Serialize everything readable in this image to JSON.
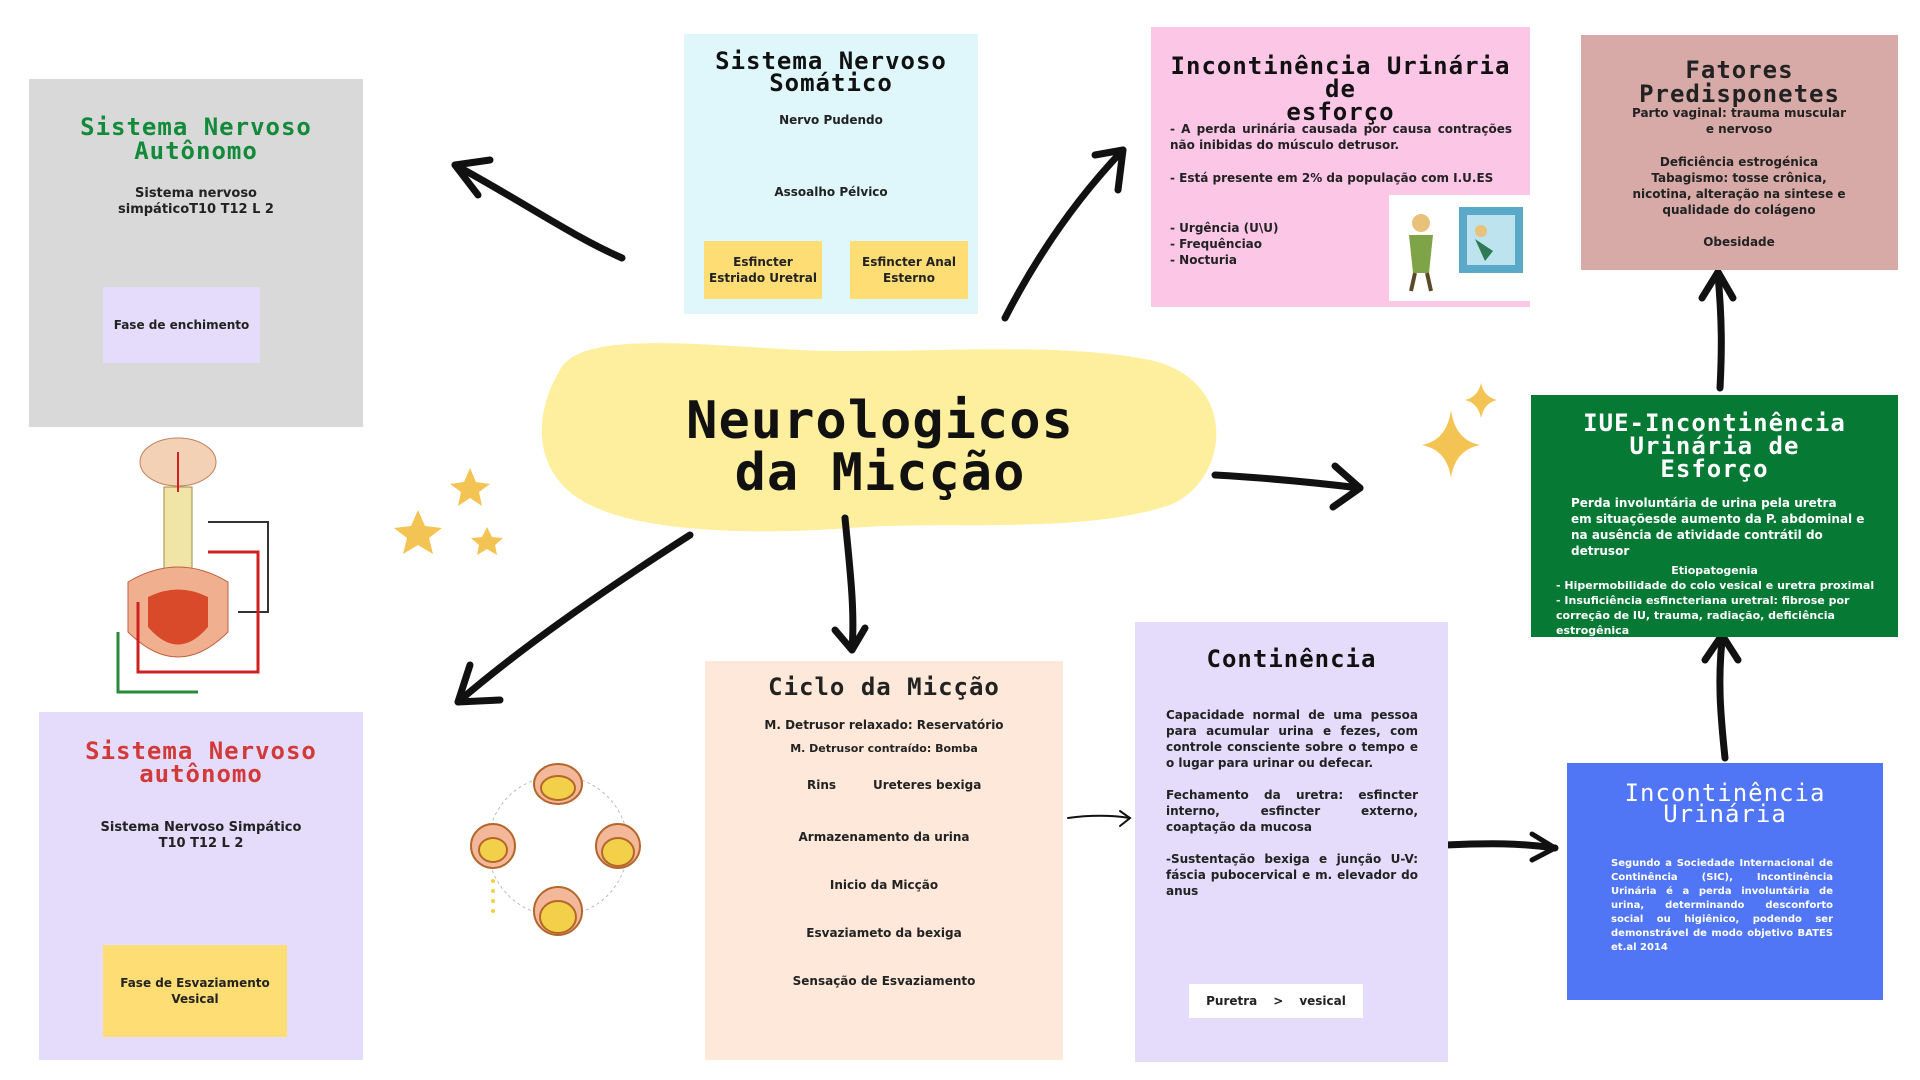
{
  "central": {
    "title": "Neurologicos\nda Micção"
  },
  "autonomic_left": {
    "title": "Sistema Nervoso\nAutônomo",
    "text": "Sistema nervoso\nsimpáticoT10 T12 L 2",
    "box": "Fase de enchimento"
  },
  "somatic": {
    "title": "Sistema Nervoso\nSomático",
    "nerve": "Nervo Pudendo",
    "floor": "Assoalho Pélvico",
    "box1": "Esfincter\nEstriado Uretral",
    "box2": "Esfincter Anal\nEsterno"
  },
  "incontinence_effort": {
    "title": "Incontinência Urinária de\nesforço",
    "p1": "- A perda urinária causada por causa contrações não inibidas do músculo detrusor.",
    "p2": "- Está presente em 2% da população com I.U.ES",
    "p3": "- Urgência (U\\U)\n- Frequênciao\n- Nocturia"
  },
  "factors": {
    "title": "Fatores Predisponetes",
    "p1": "Parto vaginal: trauma muscular e nervoso",
    "p2": "Deficiência estrogénica\nTabagismo: tosse crônica, nicotina, alteração na sintese e qualidade do colágeno",
    "p3": "Obesidade"
  },
  "iue": {
    "title": "IUE-Incontinência\nUrinária de\nEsforço",
    "p1": "Perda involuntária de urina pela uretra\nem situaçõesde aumento da P. abdominal e na ausência de atividade contrátil do detrusor",
    "etio_title": "Etiopatogenia",
    "etio": "- Hipermobilidade do colo vesical e uretra proximal\n- Insuficiência esfincteriana uretral: fibrose por correção de IU, trauma, radiação, deficiência estrogênica"
  },
  "autonomic_bottom": {
    "title": "Sistema  Nervoso\nautônomo",
    "text": "Sistema Nervoso Simpático\nT10 T12 L 2",
    "box": "Fase de Esvaziamento\nVesical"
  },
  "cycle": {
    "title": "Ciclo da Micção",
    "l1": "M. Detrusor  relaxado: Reservatório",
    "l2": "M. Detrusor contraído: Bomba",
    "rins": "Rins",
    "ureteres": "Ureteres bexiga",
    "s1": "Armazenamento  da urina",
    "s2": "Inicio da Micção",
    "s3": "Esvaziameto da bexiga",
    "s4": "Sensação de Esvaziamento"
  },
  "continence": {
    "title": "Continência",
    "p1": "Capacidade normal de uma pessoa para acumular urina e fezes, com controle consciente sobre o tempo e o lugar para urinar ou defecar.",
    "p2": "Fechamento da uretra: esfincter interno, esfincter externo, coaptação da mucosa",
    "p3": "-Sustentação bexiga e junção U-V: fáscia pubocervical e m. elevador do anus",
    "pressure_left": "Puretra",
    "pressure_op": ">",
    "pressure_right": "vesical"
  },
  "incontinence": {
    "title": "Incontinência\nUrinária",
    "text": "Segundo a Sociedade Internacional de Continência (SIC), Incontinência Urinária é a perda involuntária de urina, determinando desconforto social ou higiênico, podendo ser demonstrável de modo objetivo BATES et.al 2014"
  },
  "colors": {
    "grey": "#d9d9d9",
    "cyan": "#dff7fb",
    "pink": "#fcc6e6",
    "rose": "#d7aaa8",
    "green": "#067a34",
    "lavender": "#e4dcfa",
    "peach": "#fde8da",
    "blue": "#5176f5",
    "yellow": "#fedd74",
    "blob": "#fdef9d",
    "star": "#f3c453"
  }
}
